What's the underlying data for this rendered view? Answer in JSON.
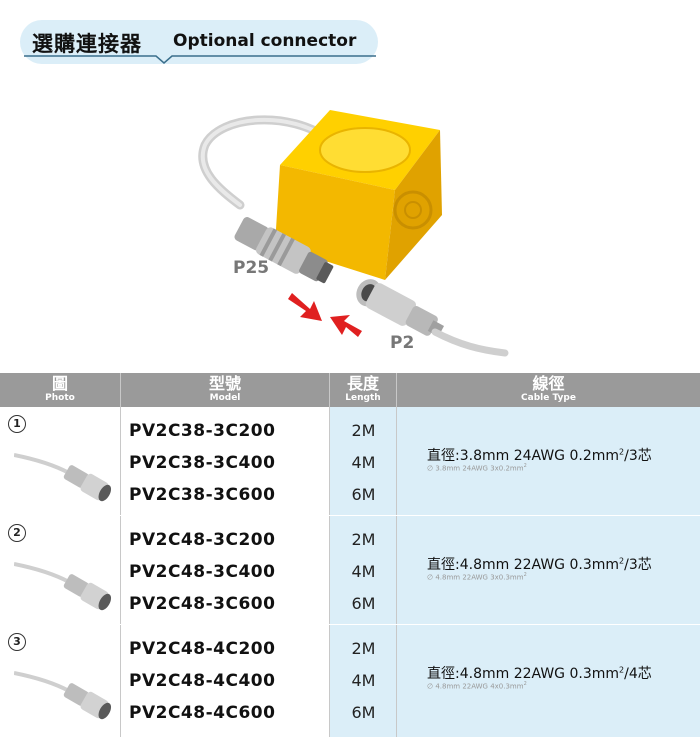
{
  "header": {
    "title_zh": "選購連接器",
    "title_en": "Optional connector"
  },
  "photo": {
    "label_p25": "P25",
    "label_p2": "P2"
  },
  "table": {
    "headers": [
      {
        "zh": "圖",
        "en": "Photo"
      },
      {
        "zh": "型號",
        "en": "Model"
      },
      {
        "zh": "長度",
        "en": "Length"
      },
      {
        "zh": "線徑",
        "en": "Cable Type"
      }
    ],
    "rows": [
      {
        "num": "1",
        "models": [
          "PV2C38-3C200",
          "PV2C38-3C400",
          "PV2C38-3C600"
        ],
        "lengths": [
          "2M",
          "4M",
          "6M"
        ],
        "spec_pre": "直徑:3.8mm  24AWG  0.2mm",
        "spec_sup": "2",
        "spec_post": "/3芯",
        "sub_pre": "∅ 3.8mm 24AWG 3x0.2mm",
        "sub_sup": "2"
      },
      {
        "num": "2",
        "models": [
          "PV2C48-3C200",
          "PV2C48-3C400",
          "PV2C48-3C600"
        ],
        "lengths": [
          "2M",
          "4M",
          "6M"
        ],
        "spec_pre": "直徑:4.8mm  22AWG  0.3mm",
        "spec_sup": "2",
        "spec_post": "/3芯",
        "sub_pre": "∅ 4.8mm 22AWG 3x0.3mm",
        "sub_sup": "2"
      },
      {
        "num": "3",
        "models": [
          "PV2C48-4C200",
          "PV2C48-4C400",
          "PV2C48-4C600"
        ],
        "lengths": [
          "2M",
          "4M",
          "6M"
        ],
        "spec_pre": "直徑:4.8mm  22AWG  0.3mm",
        "spec_sup": "2",
        "spec_post": "/4芯",
        "sub_pre": "∅ 4.8mm 22AWG 4x0.3mm",
        "sub_sup": "2"
      }
    ]
  },
  "colors": {
    "accent_blue": "#dbeef8",
    "header_gray": "#9a9a9a",
    "sensor_yellow": "#f5c518",
    "arrow_red": "#e02020"
  }
}
